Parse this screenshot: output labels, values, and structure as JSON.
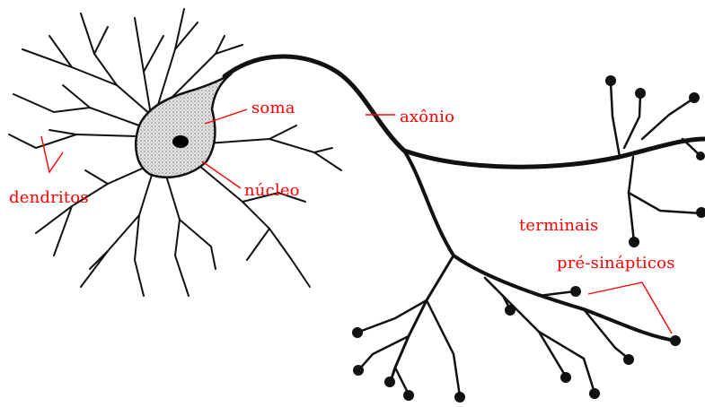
{
  "labels": {
    "dendritos": "dendritos",
    "soma": "soma",
    "nucleo": "núcleo",
    "axonio": "axônio",
    "terminais": "terminais",
    "pre_sinapticos": "pré-sinápticos"
  },
  "colors": {
    "label_text": "#ff0000",
    "leader_line": "#ff0000",
    "neuron_stroke": "#111111",
    "soma_fill": "#c9c9c9",
    "nucleus_fill": "#000000"
  }
}
